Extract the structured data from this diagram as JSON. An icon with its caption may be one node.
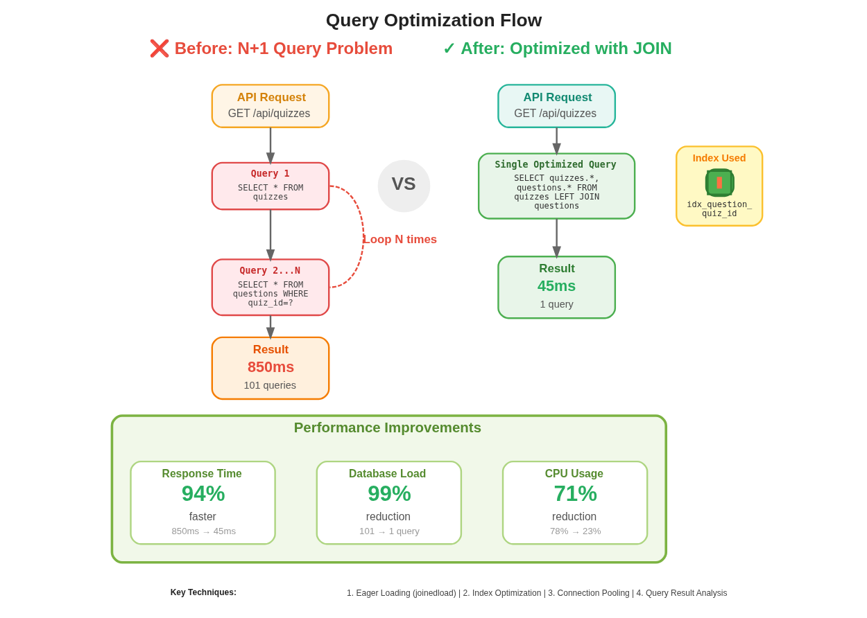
{
  "diagram": {
    "title": "Query Optimization Flow",
    "nodes": [
      {
        "text": [
          "API Request",
          "GET /api/quizzes"
        ]
      },
      {
        "text": [
          "Query 1",
          "SELECT * FROM quizzes"
        ]
      },
      {
        "text": [
          "Query 2...N",
          "SELECT * FROM questions WHERE quiz_id=?"
        ]
      },
      {
        "text": [
          "Result",
          "850ms",
          "101 queries"
        ]
      },
      {
        "text": [
          "VS"
        ]
      },
      {
        "text": [
          "API Request",
          "GET /api/quizzes"
        ]
      },
      {
        "text": [
          "Single Optimized Query",
          "SELECT quizzes.*, questions.* FROM quizzes LEFT JOIN questions"
        ]
      },
      {
        "text": [
          "Index Used",
          "idx_question_quiz_id"
        ]
      },
      {
        "text": [
          "Result",
          "45ms",
          "1 query"
        ]
      },
      {
        "text": [
          "Performance Improvements"
        ]
      },
      {
        "text": [
          "Response Time",
          "94%",
          "faster",
          "850ms → 45ms"
        ],
        "in": 9
      },
      {
        "text": [
          "Database Load",
          "99%",
          "reduction",
          "101 → 1 query"
        ],
        "in": 9
      },
      {
        "text": [
          "CPU Usage",
          "71%",
          "reduction",
          "78% → 23%"
        ],
        "in": 9
      }
    ],
    "edges": [
      {
        "from": 0,
        "to": 1,
        "arrow": "to"
      },
      {
        "from": 1,
        "to": 2,
        "arrow": "to"
      },
      {
        "from": 1,
        "to": 2,
        "arrow": "none",
        "style": "dashed",
        "color": "#e74c3c",
        "label": "Loop N times"
      },
      {
        "from": 2,
        "to": 3,
        "arrow": "to"
      },
      {
        "from": 5,
        "to": 6,
        "arrow": "to"
      },
      {
        "from": 6,
        "to": 8,
        "arrow": "to"
      }
    ],
    "labels": [
      "❌ Before: N+1 Query Problem",
      "✓ After: Optimized with JOIN",
      "Key Techniques:",
      "1. Eager Loading (joinedload) | 2. Index Optimization | 3. Connection Pooling | 4. Query Result Analysis"
    ]
  }
}
